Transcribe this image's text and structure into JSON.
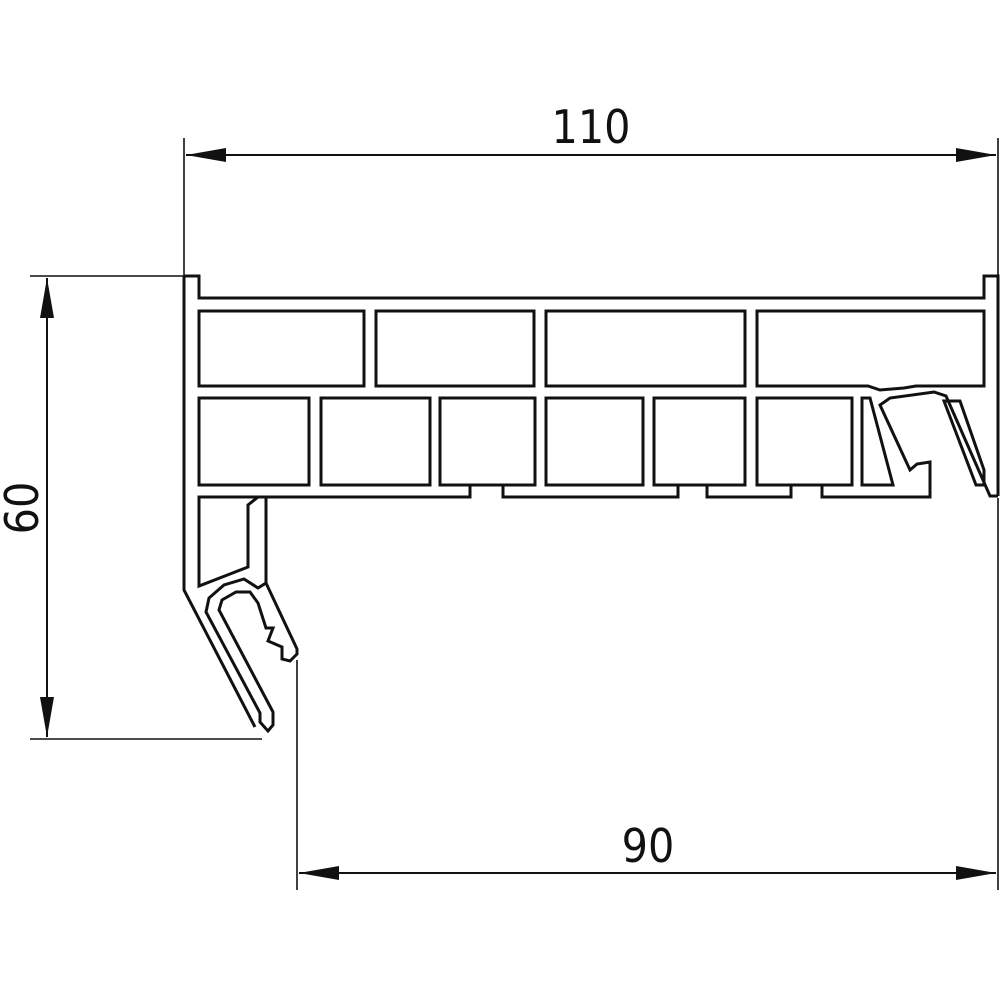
{
  "drawing": {
    "colors": {
      "line": "#111111",
      "background": "#ffffff"
    },
    "dimensions": {
      "overall_width": "110",
      "inner_width": "90",
      "height": "60"
    }
  }
}
